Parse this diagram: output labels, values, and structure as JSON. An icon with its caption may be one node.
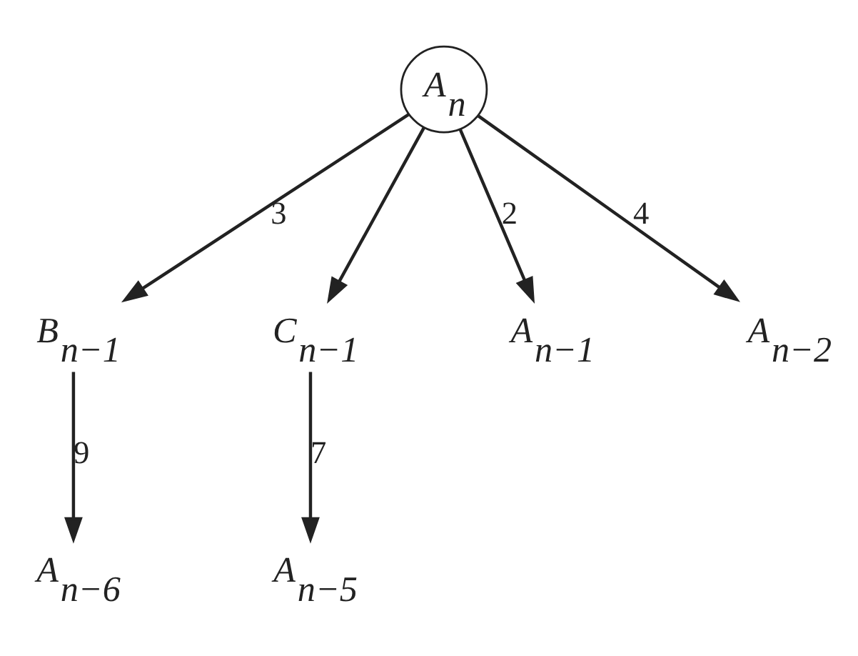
{
  "diagram": {
    "nodes": [
      {
        "text": [
          "A$_{n}$"
        ]
      },
      {
        "text": [
          "B$_{n−1}$"
        ]
      },
      {
        "text": [
          "C$_{n−1}$"
        ]
      },
      {
        "text": [
          "A$_{n−1}$"
        ]
      },
      {
        "text": [
          "A$_{n−2}$"
        ]
      },
      {
        "text": [
          "A$_{n−6}$"
        ]
      },
      {
        "text": [
          "A$_{n−5}$"
        ]
      }
    ],
    "edges": [
      {
        "from": 0,
        "to": 1,
        "arrow": "to",
        "label": "3"
      },
      {
        "from": 0,
        "to": 2,
        "arrow": "to"
      },
      {
        "from": 0,
        "to": 3,
        "arrow": "to",
        "label": "2"
      },
      {
        "from": 0,
        "to": 4,
        "arrow": "to",
        "label": "4"
      },
      {
        "from": 1,
        "to": 5,
        "arrow": "to",
        "label": "9"
      },
      {
        "from": 2,
        "to": 6,
        "arrow": "to",
        "label": "7"
      }
    ]
  }
}
